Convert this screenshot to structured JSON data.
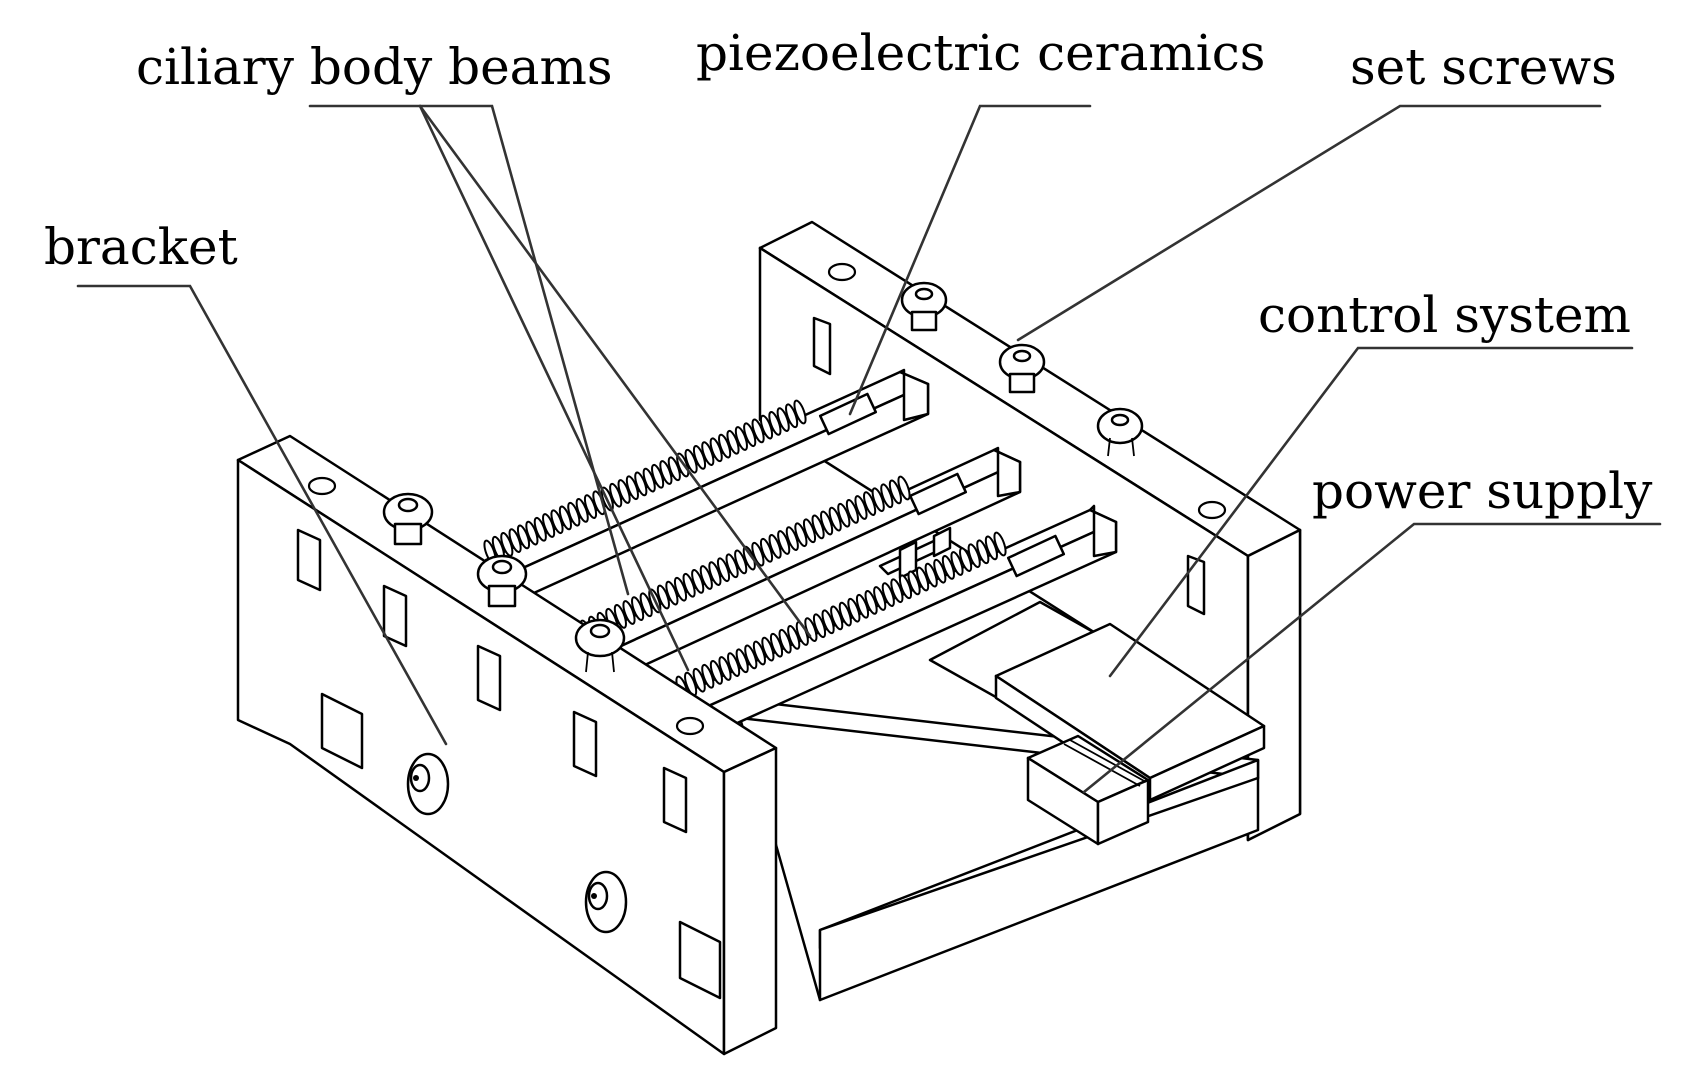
{
  "labels": {
    "ciliary_body_beams": "ciliary body beams",
    "piezoelectric_ceramics": "piezoelectric ceramics",
    "set_screws": "set screws",
    "bracket": "bracket",
    "control_system": "control system",
    "power_supply": "power supply"
  }
}
